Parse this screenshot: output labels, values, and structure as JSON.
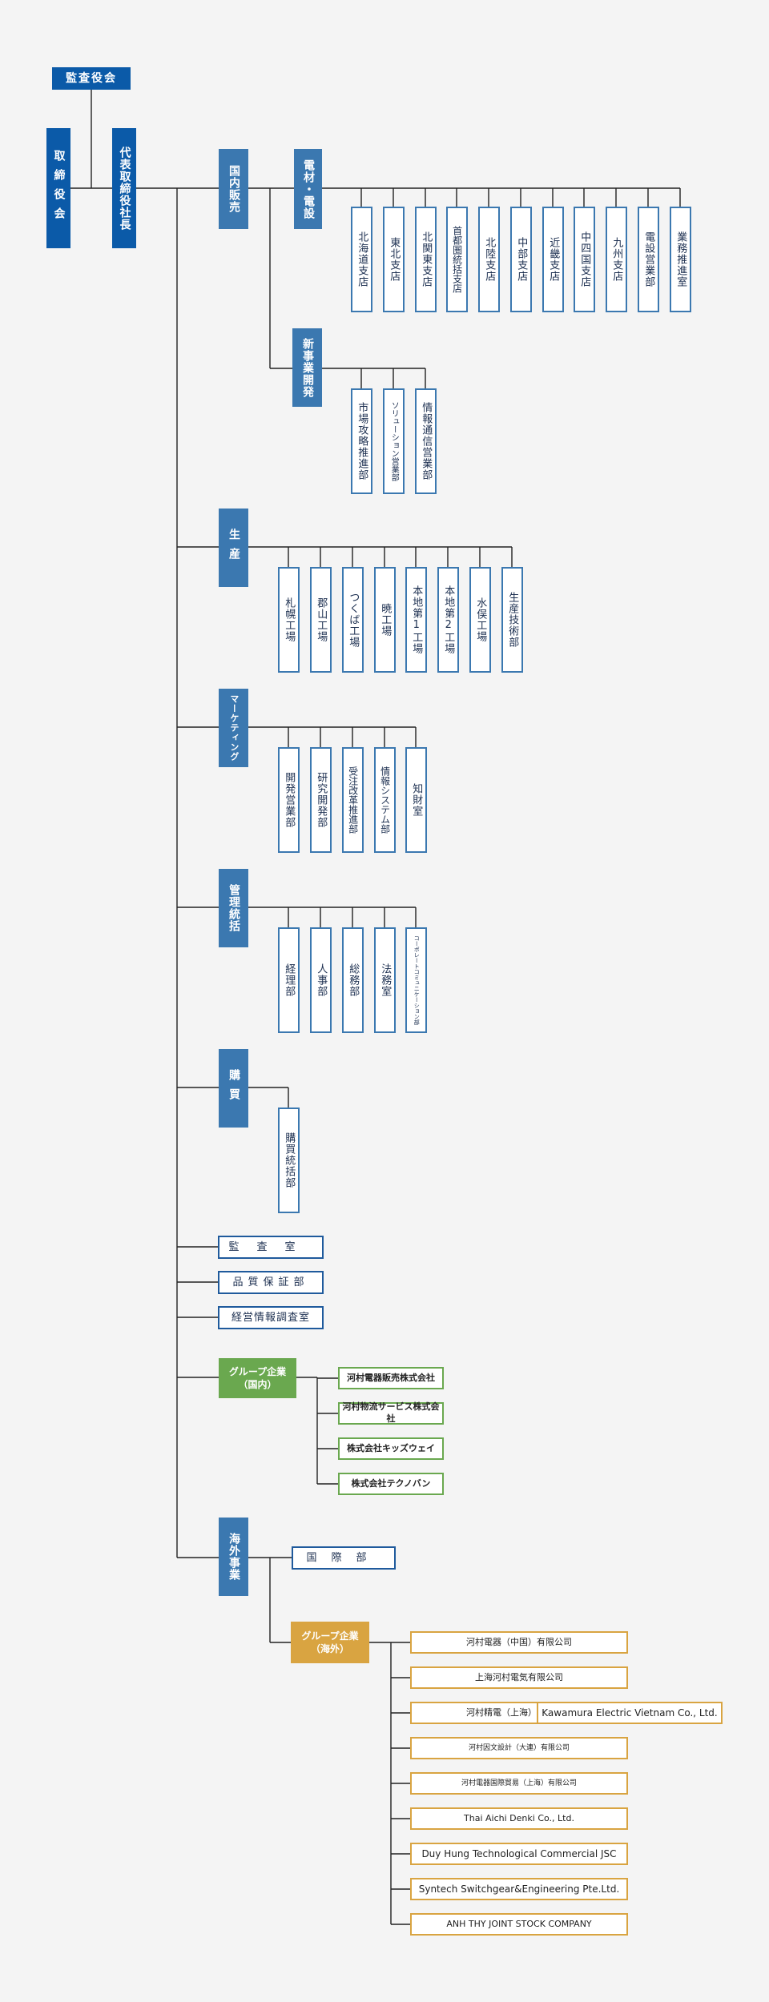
{
  "top": {
    "audit_board": "監査役会",
    "board": "取締役会",
    "president": "代表取締役社長"
  },
  "domestic_sales": {
    "label": "国内販売",
    "electrical": {
      "label": "電材・電設",
      "branches": [
        "北海道支店",
        "東北支店",
        "北関東支店",
        "首都圏統括支店",
        "北陸支店",
        "中部支店",
        "近畿支店",
        "中四国支店",
        "九州支店",
        "電設営業部",
        "業務推進室"
      ]
    },
    "new_business": {
      "label": "新事業開発",
      "units": [
        "市場攻略推進部",
        "ソリューション営業部",
        "情報通信営業部"
      ]
    }
  },
  "production": {
    "label": "生産",
    "units": [
      "札幌工場",
      "郡山工場",
      "つくば工場",
      "暁工場",
      "本地第1工場",
      "本地第2工場",
      "水俣工場",
      "生産技術部"
    ]
  },
  "marketing": {
    "label": "マーケティング",
    "units": [
      "開発営業部",
      "研究開発部",
      "受注改革推進部",
      "情報システム部",
      "知財室"
    ]
  },
  "management": {
    "label": "管理統括",
    "units": [
      "経理部",
      "人事部",
      "総務部",
      "法務室",
      "コーポレートコミュニケーション部"
    ]
  },
  "purchasing": {
    "label": "購買",
    "units": [
      "購買統括部"
    ]
  },
  "offices": [
    "監査室",
    "品質保証部",
    "経営情報調査室"
  ],
  "group_domestic": {
    "label": "グループ企業（国内）",
    "companies": [
      "河村電器販売株式会社",
      "河村物流サービス株式会社",
      "株式会社キッズウェイ",
      "株式会社テクノバン"
    ]
  },
  "overseas": {
    "label": "海外事業",
    "international": "国際部",
    "group": {
      "label": "グループ企業（海外）",
      "companies": [
        "河村電器（中国）有限公司",
        "上海河村電気有限公司",
        "河村精電（上海）有限公司",
        "河村因文設計（大連）有限公司",
        "河村電器国際貿易（上海）有限公司",
        "Thai Aichi Denki Co., Ltd.",
        "Duy Hung Technological Commercial JSC",
        "Syntech Switchgear&Engineering Pte.Ltd.",
        "ANH THY JOINT STOCK COMPANY"
      ],
      "sub_company": "Kawamura Electric Vietnam Co., Ltd."
    }
  },
  "colors": {
    "exec": "#0b5aa8",
    "dept": "#3b78b0",
    "domestic_group": "#6aa84f",
    "overseas_group": "#d9a441",
    "line": "#222222",
    "background": "#f4f4f4"
  }
}
